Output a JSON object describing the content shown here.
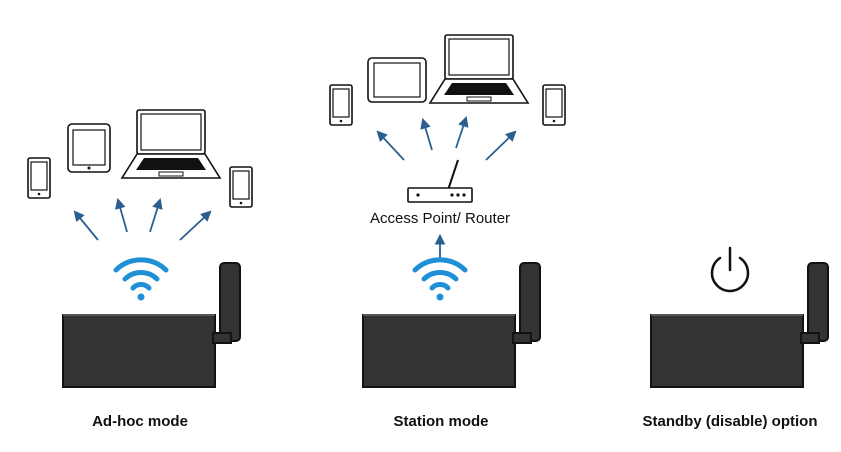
{
  "panels": [
    {
      "caption": "Ad-hoc mode",
      "signal": "wifi-icon"
    },
    {
      "caption": "Station mode",
      "signal": "wifi-icon",
      "intermediate": {
        "label": "Access Point/ Router",
        "icon": "router-icon"
      }
    },
    {
      "caption": "Standby (disable) option",
      "signal": "power-icon"
    }
  ],
  "colors": {
    "wifi": "#1f8fd6",
    "arrow": "#2b5f8e",
    "device_body": "#333333",
    "device_outline": "#111111"
  }
}
